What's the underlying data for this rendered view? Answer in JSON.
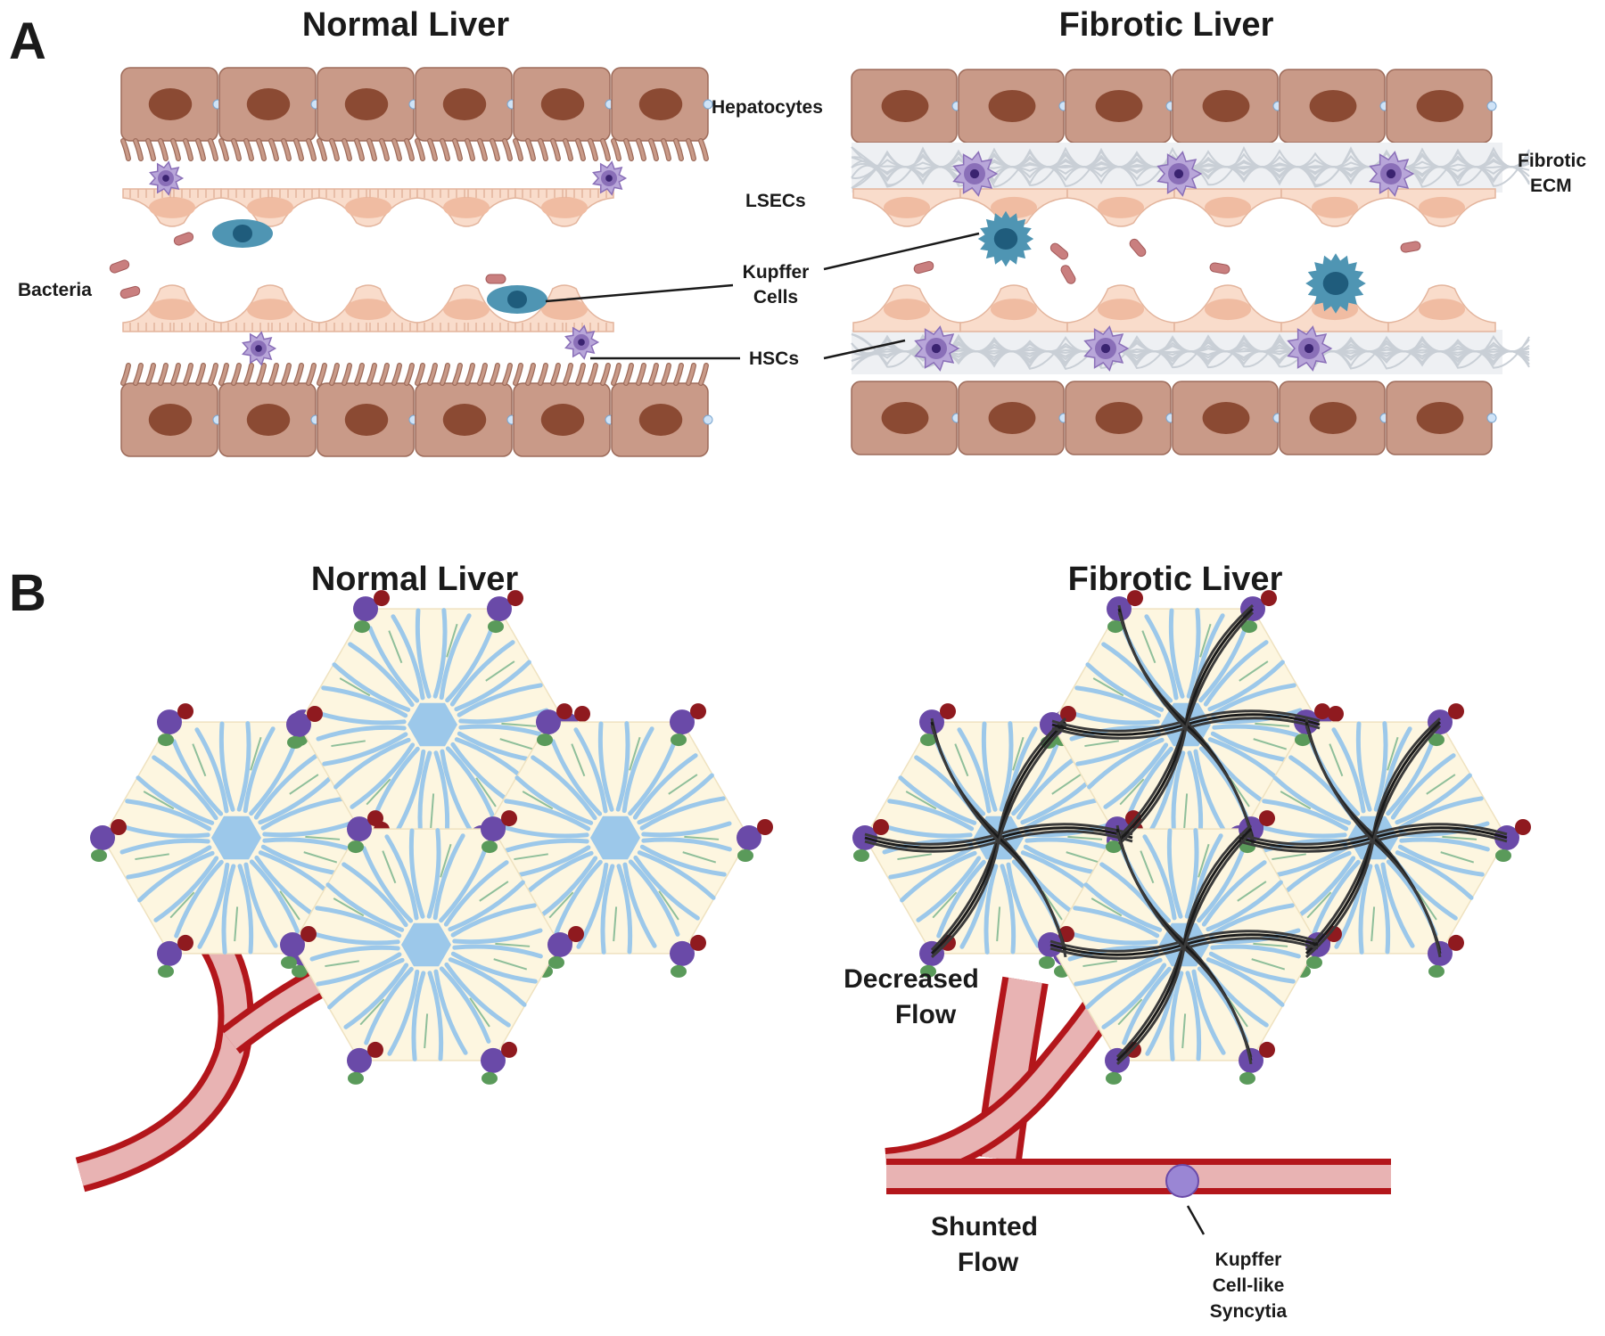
{
  "panel_a": {
    "letter": "A",
    "left_title": "Normal Liver",
    "right_title": "Fibrotic Liver",
    "labels": {
      "hepatocytes": "Hepatocytes",
      "lsecs": "LSECs",
      "kupffer_line1": "Kupffer",
      "kupffer_line2": "Cells",
      "hscs": "HSCs",
      "bacteria": "Bacteria",
      "fibrotic_line1": "Fibrotic",
      "fibrotic_line2": "ECM"
    }
  },
  "panel_b": {
    "letter": "B",
    "left_title": "Normal Liver",
    "right_title": "Fibrotic Liver",
    "labels": {
      "decreased_line1": "Decreased",
      "decreased_line2": "Flow",
      "shunted_line1": "Shunted",
      "shunted_line2": "Flow",
      "syncytia_line1": "Kupffer",
      "syncytia_line2": "Cell-like",
      "syncytia_line3": "Syncytia"
    }
  },
  "colors": {
    "hepatocyte": "#c99a88",
    "nucleus": "#8b4a33",
    "lsec": "#f9dccb",
    "kupffer": "#4f95b3",
    "hsc": "#8a6fb8",
    "bacteria": "#c97f7f",
    "lobule": "#fdf6e0",
    "sinusoid": "#9cc8ea",
    "vessel": "#e8b3b3",
    "vessel_wall": "#b3161b",
    "portal_purple": "#6a4aa8",
    "portal_red": "#8f1a1f",
    "portal_green": "#5a9a5a",
    "ecm": "#c9cfd6"
  }
}
